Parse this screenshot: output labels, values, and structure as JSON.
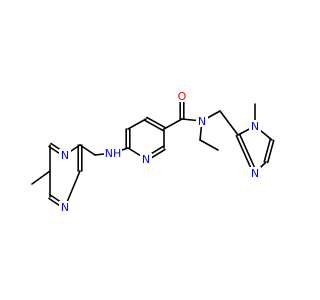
{
  "molecule": {
    "atoms": {
      "o_carbonyl": {
        "label": "O",
        "color": "#ff0000"
      },
      "n_amide": {
        "label": "N",
        "color": "#0000ff"
      },
      "n_pyridine": {
        "label": "N",
        "color": "#0000ff"
      },
      "nh_amine": {
        "label": "NH",
        "color": "#0000ff"
      },
      "n_pyrazine_1": {
        "label": "N",
        "color": "#0000ff"
      },
      "n_pyrazine_2": {
        "label": "N",
        "color": "#0000ff"
      },
      "n_imid_me": {
        "label": "N",
        "color": "#0000ff"
      },
      "n_imid": {
        "label": "N",
        "color": "#0000ff"
      }
    }
  }
}
